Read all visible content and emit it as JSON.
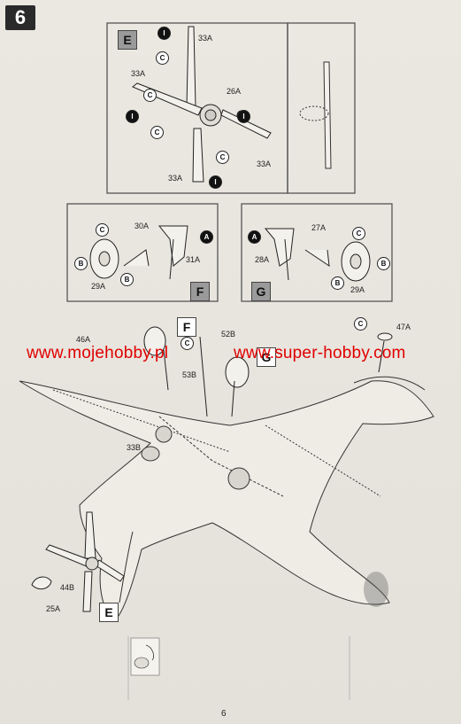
{
  "step_number": "6",
  "page_number": "6",
  "watermark": {
    "left": "www.mojehobby.pl",
    "right": "www.super-hobby.com"
  },
  "panels": {
    "E": {
      "label": "E",
      "parts": [
        "33A",
        "33A",
        "26A",
        "33A",
        "33A"
      ]
    },
    "F": {
      "label": "F",
      "parts": [
        "30A",
        "31A",
        "29A"
      ]
    },
    "G": {
      "label": "G",
      "parts": [
        "27A",
        "28A",
        "29A"
      ]
    }
  },
  "main": {
    "label_F": "F",
    "label_G": "G",
    "label_E": "E",
    "parts": [
      "46A",
      "52B",
      "53B",
      "47A",
      "33B",
      "44B",
      "25A"
    ]
  },
  "callout_letters": [
    "I",
    "C",
    "C",
    "I",
    "C",
    "C",
    "I",
    "I",
    "C",
    "A",
    "B",
    "B",
    "C",
    "A",
    "B",
    "B",
    "C",
    "C"
  ]
}
